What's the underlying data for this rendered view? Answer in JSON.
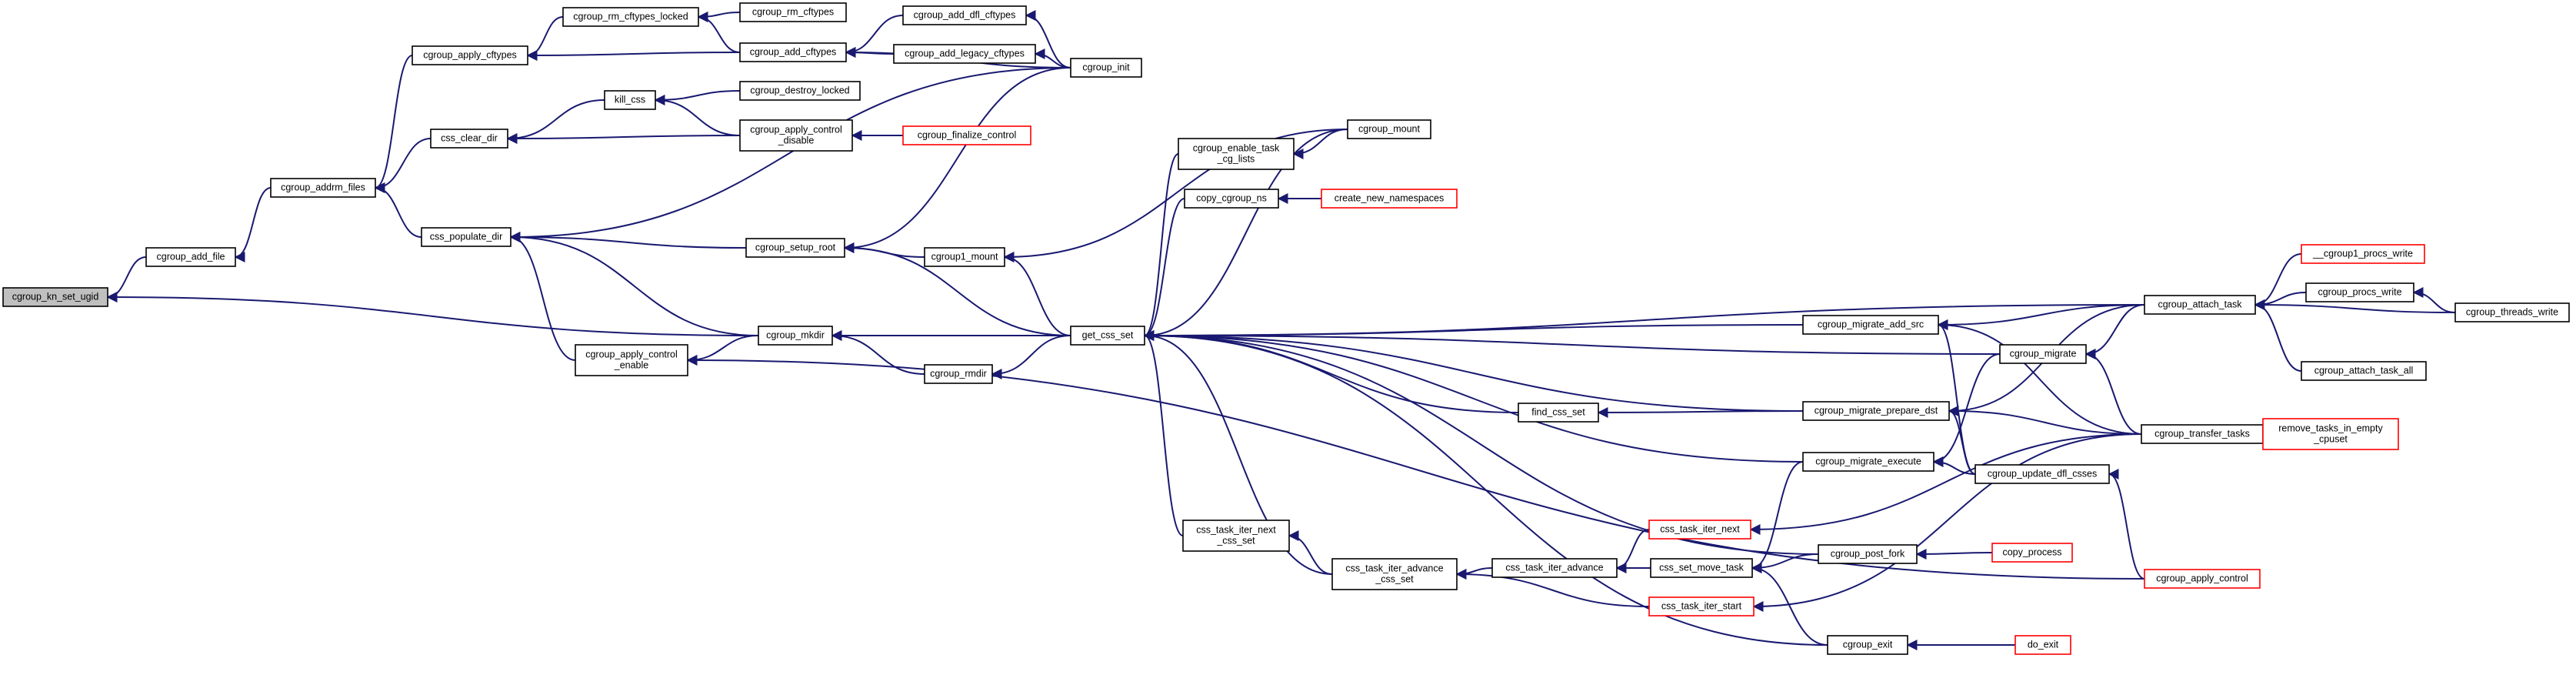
{
  "graph": {
    "edge_color": "#191970",
    "node_border": "#000000",
    "red_border": "#ff0000",
    "root_fill": "#bfbfbf",
    "nodes": {
      "cgroup_kn_set_ugid": {
        "lines": [
          "cgroup_kn_set_ugid"
        ],
        "style": "root"
      },
      "cgroup_add_file": {
        "lines": [
          "cgroup_add_file"
        ],
        "style": "normal"
      },
      "cgroup_addrm_files": {
        "lines": [
          "cgroup_addrm_files"
        ],
        "style": "normal"
      },
      "cgroup_apply_cftypes": {
        "lines": [
          "cgroup_apply_cftypes"
        ],
        "style": "normal"
      },
      "css_clear_dir": {
        "lines": [
          "css_clear_dir"
        ],
        "style": "normal"
      },
      "css_populate_dir": {
        "lines": [
          "css_populate_dir"
        ],
        "style": "normal"
      },
      "cgroup_apply_control_enable": {
        "lines": [
          "cgroup_apply_control",
          "_enable"
        ],
        "style": "normal"
      },
      "cgroup_rm_cftypes_locked": {
        "lines": [
          "cgroup_rm_cftypes_locked"
        ],
        "style": "normal"
      },
      "cgroup_rm_cftypes": {
        "lines": [
          "cgroup_rm_cftypes"
        ],
        "style": "normal"
      },
      "cgroup_add_cftypes": {
        "lines": [
          "cgroup_add_cftypes"
        ],
        "style": "normal"
      },
      "cgroup_add_dfl_cftypes": {
        "lines": [
          "cgroup_add_dfl_cftypes"
        ],
        "style": "normal"
      },
      "cgroup_add_legacy_cftypes": {
        "lines": [
          "cgroup_add_legacy_cftypes"
        ],
        "style": "normal"
      },
      "cgroup_init": {
        "lines": [
          "cgroup_init"
        ],
        "style": "normal"
      },
      "kill_css": {
        "lines": [
          "kill_css"
        ],
        "style": "normal"
      },
      "cgroup_destroy_locked": {
        "lines": [
          "cgroup_destroy_locked"
        ],
        "style": "normal"
      },
      "cgroup_apply_control_disable": {
        "lines": [
          "cgroup_apply_control",
          "_disable"
        ],
        "style": "normal"
      },
      "cgroup_finalize_control": {
        "lines": [
          "cgroup_finalize_control"
        ],
        "style": "red"
      },
      "cgroup_setup_root": {
        "lines": [
          "cgroup_setup_root"
        ],
        "style": "normal"
      },
      "cgroup_mkdir": {
        "lines": [
          "cgroup_mkdir"
        ],
        "style": "normal"
      },
      "cgroup_rmdir": {
        "lines": [
          "cgroup_rmdir"
        ],
        "style": "normal"
      },
      "cgroup1_mount": {
        "lines": [
          "cgroup1_mount"
        ],
        "style": "normal"
      },
      "get_css_set": {
        "lines": [
          "get_css_set"
        ],
        "style": "normal"
      },
      "cgroup_enable_task_cg_lists": {
        "lines": [
          "cgroup_enable_task",
          "_cg_lists"
        ],
        "style": "normal"
      },
      "cgroup_mount": {
        "lines": [
          "cgroup_mount"
        ],
        "style": "normal"
      },
      "copy_cgroup_ns": {
        "lines": [
          "copy_cgroup_ns"
        ],
        "style": "normal"
      },
      "create_new_namespaces": {
        "lines": [
          "create_new_namespaces"
        ],
        "style": "red"
      },
      "find_css_set": {
        "lines": [
          "find_css_set"
        ],
        "style": "normal"
      },
      "css_task_iter_next_css_set": {
        "lines": [
          "css_task_iter_next",
          "_css_set"
        ],
        "style": "normal"
      },
      "css_task_iter_advance_css_set": {
        "lines": [
          "css_task_iter_advance",
          "_css_set"
        ],
        "style": "normal"
      },
      "css_task_iter_advance": {
        "lines": [
          "css_task_iter_advance"
        ],
        "style": "normal"
      },
      "css_task_iter_next": {
        "lines": [
          "css_task_iter_next"
        ],
        "style": "red"
      },
      "css_task_iter_start": {
        "lines": [
          "css_task_iter_start"
        ],
        "style": "red"
      },
      "css_set_move_task": {
        "lines": [
          "css_set_move_task"
        ],
        "style": "normal"
      },
      "cgroup_migrate_add_src": {
        "lines": [
          "cgroup_migrate_add_src"
        ],
        "style": "normal"
      },
      "cgroup_migrate_prepare_dst": {
        "lines": [
          "cgroup_migrate_prepare_dst"
        ],
        "style": "normal"
      },
      "cgroup_migrate_execute": {
        "lines": [
          "cgroup_migrate_execute"
        ],
        "style": "normal"
      },
      "cgroup_post_fork": {
        "lines": [
          "cgroup_post_fork"
        ],
        "style": "normal"
      },
      "copy_process": {
        "lines": [
          "copy_process"
        ],
        "style": "red"
      },
      "cgroup_exit": {
        "lines": [
          "cgroup_exit"
        ],
        "style": "normal"
      },
      "do_exit": {
        "lines": [
          "do_exit"
        ],
        "style": "red"
      },
      "cgroup_migrate": {
        "lines": [
          "cgroup_migrate"
        ],
        "style": "normal"
      },
      "cgroup_update_dfl_csses": {
        "lines": [
          "cgroup_update_dfl_csses"
        ],
        "style": "normal"
      },
      "cgroup_attach_task": {
        "lines": [
          "cgroup_attach_task"
        ],
        "style": "normal"
      },
      "cgroup_transfer_tasks": {
        "lines": [
          "cgroup_transfer_tasks"
        ],
        "style": "normal"
      },
      "cgroup_apply_control": {
        "lines": [
          "cgroup_apply_control"
        ],
        "style": "red"
      },
      "__cgroup1_procs_write": {
        "lines": [
          "__cgroup1_procs_write"
        ],
        "style": "red"
      },
      "cgroup_procs_write": {
        "lines": [
          "cgroup_procs_write"
        ],
        "style": "normal"
      },
      "cgroup_threads_write": {
        "lines": [
          "cgroup_threads_write"
        ],
        "style": "normal"
      },
      "cgroup_attach_task_all": {
        "lines": [
          "cgroup_attach_task_all"
        ],
        "style": "normal"
      },
      "remove_tasks_in_empty_cpuset": {
        "lines": [
          "remove_tasks_in_empty",
          "_cpuset"
        ],
        "style": "red"
      }
    },
    "edges": [
      [
        "cgroup_add_file",
        "cgroup_kn_set_ugid"
      ],
      [
        "cgroup_mkdir",
        "cgroup_kn_set_ugid"
      ],
      [
        "cgroup_addrm_files",
        "cgroup_add_file"
      ],
      [
        "cgroup_apply_cftypes",
        "cgroup_addrm_files"
      ],
      [
        "css_clear_dir",
        "cgroup_addrm_files"
      ],
      [
        "css_populate_dir",
        "cgroup_addrm_files"
      ],
      [
        "cgroup_rm_cftypes_locked",
        "cgroup_apply_cftypes"
      ],
      [
        "cgroup_add_cftypes",
        "cgroup_apply_cftypes"
      ],
      [
        "cgroup_rm_cftypes",
        "cgroup_rm_cftypes_locked"
      ],
      [
        "cgroup_add_cftypes",
        "cgroup_rm_cftypes_locked"
      ],
      [
        "cgroup_add_dfl_cftypes",
        "cgroup_add_cftypes"
      ],
      [
        "cgroup_add_legacy_cftypes",
        "cgroup_add_cftypes"
      ],
      [
        "cgroup_init",
        "cgroup_add_cftypes"
      ],
      [
        "cgroup_init",
        "cgroup_add_dfl_cftypes"
      ],
      [
        "cgroup_init",
        "cgroup_add_legacy_cftypes"
      ],
      [
        "kill_css",
        "css_clear_dir"
      ],
      [
        "cgroup_apply_control_disable",
        "css_clear_dir"
      ],
      [
        "cgroup_destroy_locked",
        "kill_css"
      ],
      [
        "cgroup_apply_control_disable",
        "kill_css"
      ],
      [
        "cgroup_finalize_control",
        "cgroup_apply_control_disable"
      ],
      [
        "cgroup_init",
        "css_populate_dir"
      ],
      [
        "cgroup_setup_root",
        "css_populate_dir"
      ],
      [
        "cgroup_mkdir",
        "css_populate_dir"
      ],
      [
        "cgroup_apply_control_enable",
        "css_populate_dir"
      ],
      [
        "cgroup_mkdir",
        "cgroup_apply_control_enable"
      ],
      [
        "cgroup_apply_control",
        "cgroup_apply_control_enable"
      ],
      [
        "cgroup_init",
        "cgroup_setup_root"
      ],
      [
        "cgroup1_mount",
        "cgroup_setup_root"
      ],
      [
        "get_css_set",
        "cgroup_setup_root"
      ],
      [
        "get_css_set",
        "cgroup_mkdir"
      ],
      [
        "cgroup_rmdir",
        "cgroup_mkdir"
      ],
      [
        "get_css_set",
        "cgroup_rmdir"
      ],
      [
        "get_css_set",
        "cgroup1_mount"
      ],
      [
        "cgroup_mount",
        "cgroup1_mount"
      ],
      [
        "cgroup_enable_task_cg_lists",
        "get_css_set"
      ],
      [
        "cgroup_mount",
        "get_css_set"
      ],
      [
        "copy_cgroup_ns",
        "get_css_set"
      ],
      [
        "find_css_set",
        "get_css_set"
      ],
      [
        "css_task_iter_next_css_set",
        "get_css_set"
      ],
      [
        "css_task_iter_advance_css_set",
        "get_css_set"
      ],
      [
        "cgroup_migrate_add_src",
        "get_css_set"
      ],
      [
        "cgroup_migrate_prepare_dst",
        "get_css_set"
      ],
      [
        "cgroup_migrate_execute",
        "get_css_set"
      ],
      [
        "cgroup_post_fork",
        "get_css_set"
      ],
      [
        "cgroup_exit",
        "get_css_set"
      ],
      [
        "cgroup_attach_task",
        "get_css_set"
      ],
      [
        "cgroup_migrate",
        "get_css_set"
      ],
      [
        "cgroup_mount",
        "cgroup_enable_task_cg_lists"
      ],
      [
        "create_new_namespaces",
        "copy_cgroup_ns"
      ],
      [
        "cgroup_migrate_prepare_dst",
        "find_css_set"
      ],
      [
        "css_task_iter_advance_css_set",
        "css_task_iter_next_css_set"
      ],
      [
        "css_task_iter_advance",
        "css_task_iter_advance_css_set"
      ],
      [
        "css_task_iter_start",
        "css_task_iter_advance_css_set"
      ],
      [
        "css_task_iter_next",
        "css_task_iter_advance"
      ],
      [
        "css_set_move_task",
        "css_task_iter_advance"
      ],
      [
        "cgroup_post_fork",
        "css_set_move_task"
      ],
      [
        "cgroup_exit",
        "css_set_move_task"
      ],
      [
        "cgroup_migrate_execute",
        "css_set_move_task"
      ],
      [
        "copy_process",
        "cgroup_post_fork"
      ],
      [
        "do_exit",
        "cgroup_exit"
      ],
      [
        "cgroup_attach_task",
        "cgroup_migrate_add_src"
      ],
      [
        "cgroup_transfer_tasks",
        "cgroup_migrate_add_src"
      ],
      [
        "cgroup_update_dfl_csses",
        "cgroup_migrate_add_src"
      ],
      [
        "cgroup_attach_task",
        "cgroup_migrate_prepare_dst"
      ],
      [
        "cgroup_transfer_tasks",
        "cgroup_migrate_prepare_dst"
      ],
      [
        "cgroup_update_dfl_csses",
        "cgroup_migrate_prepare_dst"
      ],
      [
        "cgroup_migrate",
        "cgroup_migrate_execute"
      ],
      [
        "cgroup_update_dfl_csses",
        "cgroup_migrate_execute"
      ],
      [
        "cgroup_attach_task",
        "cgroup_migrate"
      ],
      [
        "cgroup_transfer_tasks",
        "cgroup_migrate"
      ],
      [
        "cgroup_apply_control",
        "cgroup_update_dfl_csses"
      ],
      [
        "cgroup_transfer_tasks",
        "css_task_iter_next"
      ],
      [
        "cgroup_transfer_tasks",
        "css_task_iter_start"
      ],
      [
        "__cgroup1_procs_write",
        "cgroup_attach_task"
      ],
      [
        "cgroup_procs_write",
        "cgroup_attach_task"
      ],
      [
        "cgroup_threads_write",
        "cgroup_attach_task"
      ],
      [
        "cgroup_attach_task_all",
        "cgroup_attach_task"
      ],
      [
        "cgroup_threads_write",
        "cgroup_procs_write"
      ],
      [
        "remove_tasks_in_empty_cpuset",
        "cgroup_transfer_tasks"
      ]
    ]
  }
}
